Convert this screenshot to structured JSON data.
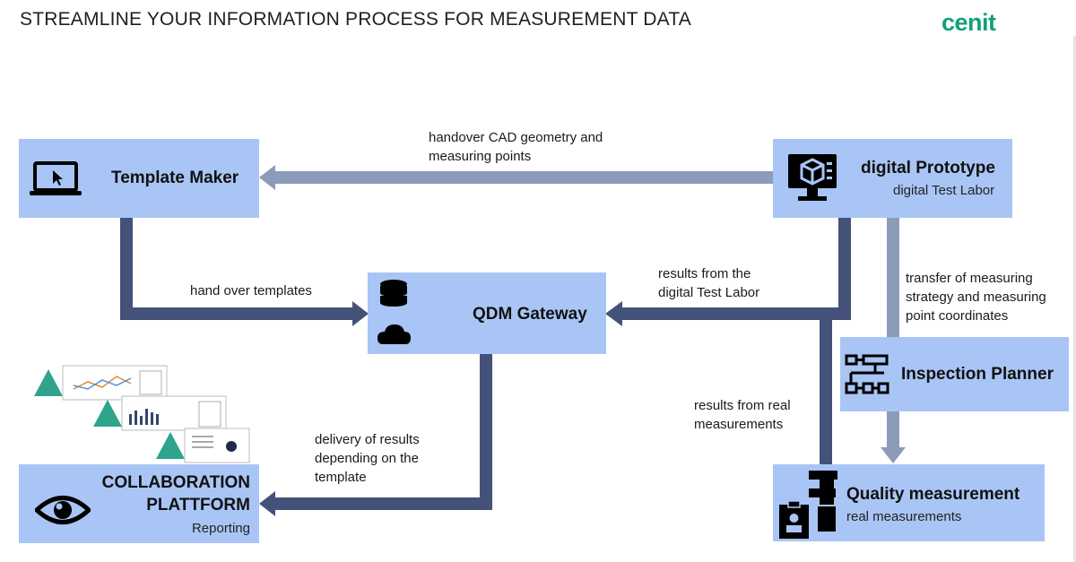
{
  "title": "STREAMLINE YOUR INFORMATION PROCESS FOR MEASUREMENT DATA",
  "logo": "cenit",
  "colors": {
    "box": "#a9c5f5",
    "arrow_dark": "#44527a",
    "arrow_light": "#8d9bbb",
    "logo": "#12a07c"
  },
  "nodes": {
    "template_maker": {
      "title": "Template Maker",
      "icon": "laptop-cursor-icon"
    },
    "digital_prototype": {
      "title": "digital Prototype",
      "subtitle": "digital Test Labor",
      "icon": "monitor-cube-icon"
    },
    "qdm_gateway": {
      "title": "QDM Gateway",
      "icon": "database-cloud-icon"
    },
    "inspection_planner": {
      "title": "Inspection Planner",
      "icon": "flow-chart-icon"
    },
    "collaboration": {
      "title_line1": "COLLABORATION",
      "title_line2": "PLATTFORM",
      "subtitle": "Reporting",
      "icon": "eye-icon"
    },
    "quality_measurement": {
      "title": "Quality measurement",
      "subtitle": "real measurements",
      "icon": "measurement-device-icon"
    }
  },
  "edges": {
    "handover_cad": {
      "line1": "handover CAD geometry and",
      "line2": "measuring points"
    },
    "hand_over_templates": {
      "line1": "hand over templates"
    },
    "results_digital": {
      "line1": "results from the",
      "line2": "digital Test Labor"
    },
    "transfer_strategy": {
      "line1": "transfer of measuring",
      "line2": "strategy and measuring",
      "line3": "point coordinates"
    },
    "results_real": {
      "line1": "results from real",
      "line2": "measurements"
    },
    "delivery": {
      "line1": "delivery of results",
      "line2": "depending on the",
      "line3": "template"
    }
  }
}
